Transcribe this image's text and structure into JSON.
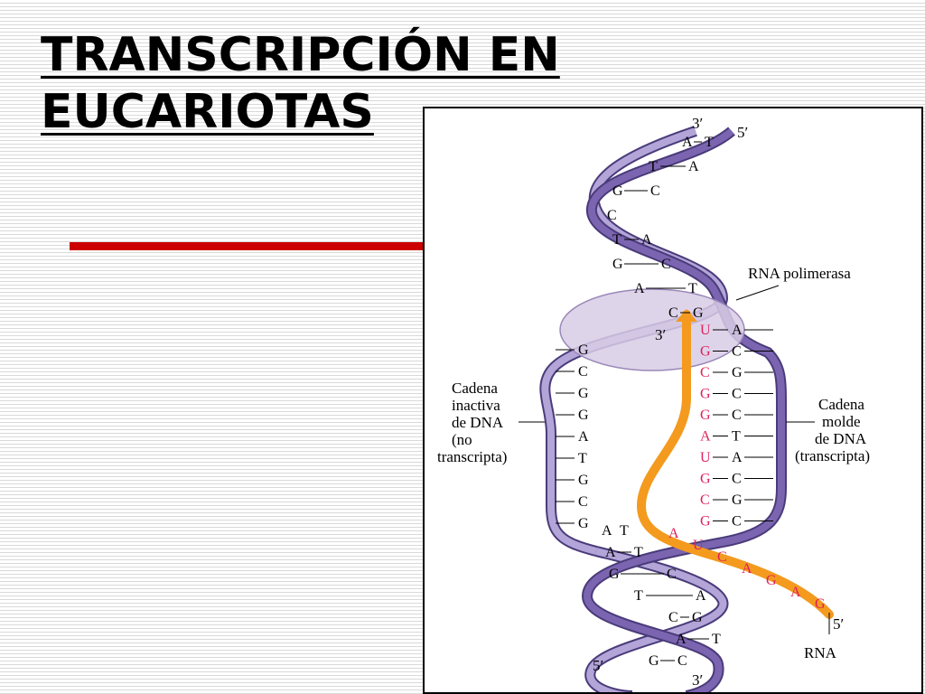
{
  "slide": {
    "title_line1": "TRANSCRIPCIÓN EN",
    "title_line2": "EUCARIOTAS",
    "accent_color": "#cc0000"
  },
  "figure": {
    "labels": {
      "rna_polymerase": "RNA polimerasa",
      "inactive_strand": [
        "Cadena",
        "inactiva",
        "de DNA",
        "(no",
        "transcripta)"
      ],
      "template_strand": [
        "Cadena",
        "molde",
        "de DNA",
        "(transcripta)"
      ],
      "rna": "RNA",
      "prime_3": "3′",
      "prime_5": "5′"
    },
    "top_pairs": [
      [
        "A",
        "T"
      ],
      [
        "T",
        "A"
      ],
      [
        "G",
        "C"
      ],
      [
        "C",
        ""
      ],
      [
        "T",
        "A"
      ],
      [
        "G",
        "C"
      ],
      [
        "A",
        "T"
      ],
      [
        "C",
        "G"
      ]
    ],
    "coding_strand_bases": [
      "G",
      "C",
      "G",
      "G",
      "A",
      "T",
      "G",
      "C",
      "G"
    ],
    "template_strand_bases": [
      "A",
      "C",
      "G",
      "C",
      "C",
      "T",
      "A",
      "C",
      "G",
      "C"
    ],
    "rna_paired_bases": [
      "U",
      "G",
      "C",
      "G",
      "G",
      "A",
      "U",
      "G",
      "C",
      "G"
    ],
    "rna_tail_bases": [
      "A",
      "U",
      "C",
      "A",
      "G",
      "A",
      "G"
    ],
    "bottom_pairs": [
      [
        "A",
        "T"
      ],
      [
        "A",
        "T"
      ],
      [
        "G",
        "C"
      ],
      [
        "T",
        "A"
      ],
      [
        "C",
        "G"
      ],
      [
        "A",
        "T"
      ],
      [
        "G",
        "C"
      ]
    ],
    "colors": {
      "dna_ribbon": "#7b65b0",
      "dna_ribbon_light": "#b3a5d8",
      "rna_strand": "#f39a1f",
      "rna_bases": "#e0205a",
      "polymerase": "#d8cce6"
    }
  }
}
